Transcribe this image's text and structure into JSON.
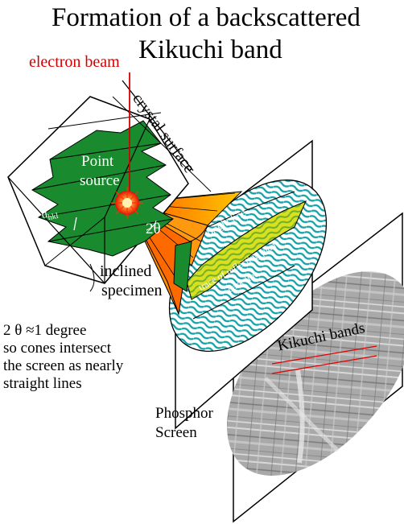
{
  "title": {
    "line1": "Formation of a backscattered",
    "line2": "Kikuchi band"
  },
  "labels": {
    "electron_beam": "electron beam",
    "crystal_surface": "crystal surface",
    "point_source_line1": "Point",
    "point_source_line2": "source",
    "dhkl": "dhkl",
    "two_theta": "2θ",
    "inclined_specimen_line1": "inclined",
    "inclined_specimen_line2": "specimen",
    "note_lines": [
      "2 θ  ≈1 degree",
      "so cones intersect",
      "the screen as nearly",
      "straight lines"
    ],
    "phosphor_screen_line1": "Phosphor",
    "phosphor_screen_line2": "Screen",
    "bright_line": "bright line",
    "trace_reflecting_plane": "trace of reflecting plane",
    "dark_line": "dark line",
    "kikuchi_bands": "Kikuchi bands"
  },
  "colors": {
    "beam": "#d40000",
    "crystal_green": "#1a8a2e",
    "cone_orange": "#ff7a00",
    "cone_yellow": "#f5c400",
    "ellipse_teal": "#1aa0a8",
    "pattern_gray": "#9a9a9a"
  }
}
